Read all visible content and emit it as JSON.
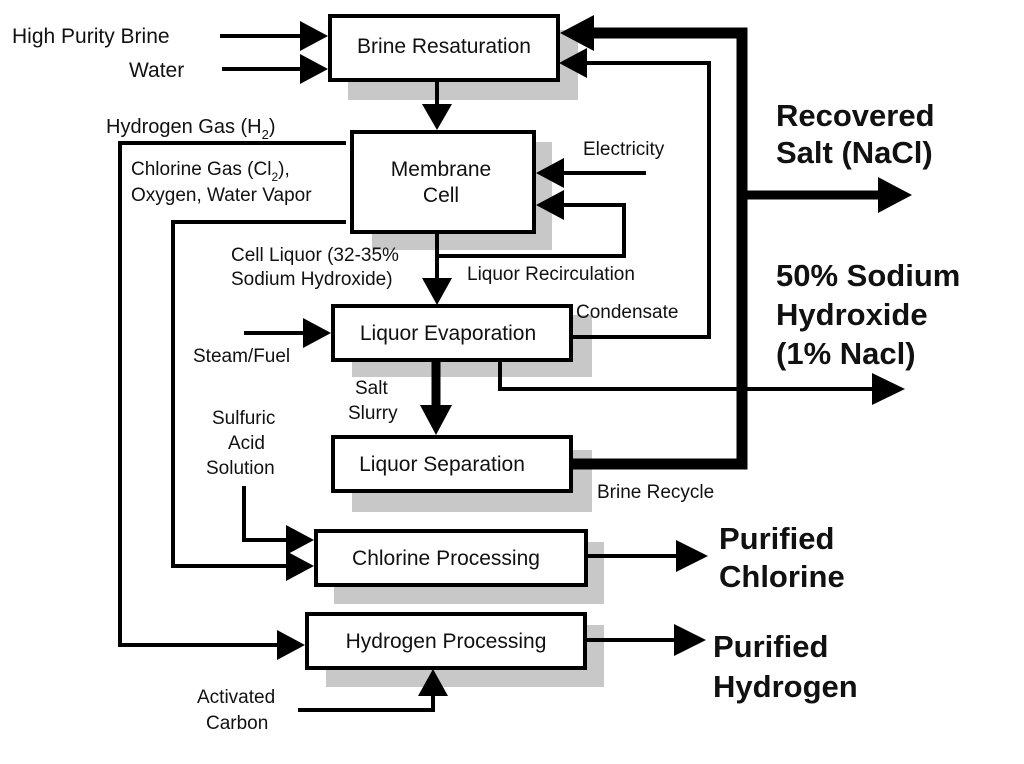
{
  "diagram": {
    "inputs": {
      "high_purity_brine": "High Purity Brine",
      "water": "Water",
      "hydrogen_gas_prefix": "Hydrogen Gas (H",
      "hydrogen_gas_sub": "2",
      "hydrogen_gas_suffix": ")",
      "chlorine_gas_l1_prefix": "Chlorine Gas (Cl",
      "chlorine_gas_l1_sub": "2",
      "chlorine_gas_l1_suffix": "),",
      "chlorine_gas_l2": "Oxygen, Water Vapor",
      "electricity": "Electricity",
      "cell_liquor_l1": "Cell Liquor (32-35%",
      "cell_liquor_l2": "Sodium Hydroxide)",
      "liquor_recirculation": "Liquor Recirculation",
      "condensate": "Condensate",
      "steam_fuel": "Steam/Fuel",
      "salt_slurry_l1": "Salt",
      "salt_slurry_l2": "Slurry",
      "sulfuric_l1": "Sulfuric",
      "sulfuric_l2": "Acid",
      "sulfuric_l3": "Solution",
      "brine_recycle": "Brine Recycle",
      "activated_l1": "Activated",
      "activated_l2": "Carbon"
    },
    "boxes": {
      "brine_resaturation": "Brine Resaturation",
      "membrane_cell_l1": "Membrane",
      "membrane_cell_l2": "Cell",
      "liquor_evaporation": "Liquor Evaporation",
      "liquor_separation": "Liquor Separation",
      "chlorine_processing": "Chlorine Processing",
      "hydrogen_processing": "Hydrogen Processing"
    },
    "outputs": {
      "recovered_salt_l1": "Recovered",
      "recovered_salt_l2": "Salt (NaCl)",
      "naoh_l1": "50% Sodium",
      "naoh_l2": "Hydroxide",
      "naoh_l3": "(1% Nacl)",
      "purified_chlorine_l1": "Purified",
      "purified_chlorine_l2": "Chlorine",
      "purified_hydrogen_l1": "Purified",
      "purified_hydrogen_l2": "Hydrogen"
    }
  }
}
